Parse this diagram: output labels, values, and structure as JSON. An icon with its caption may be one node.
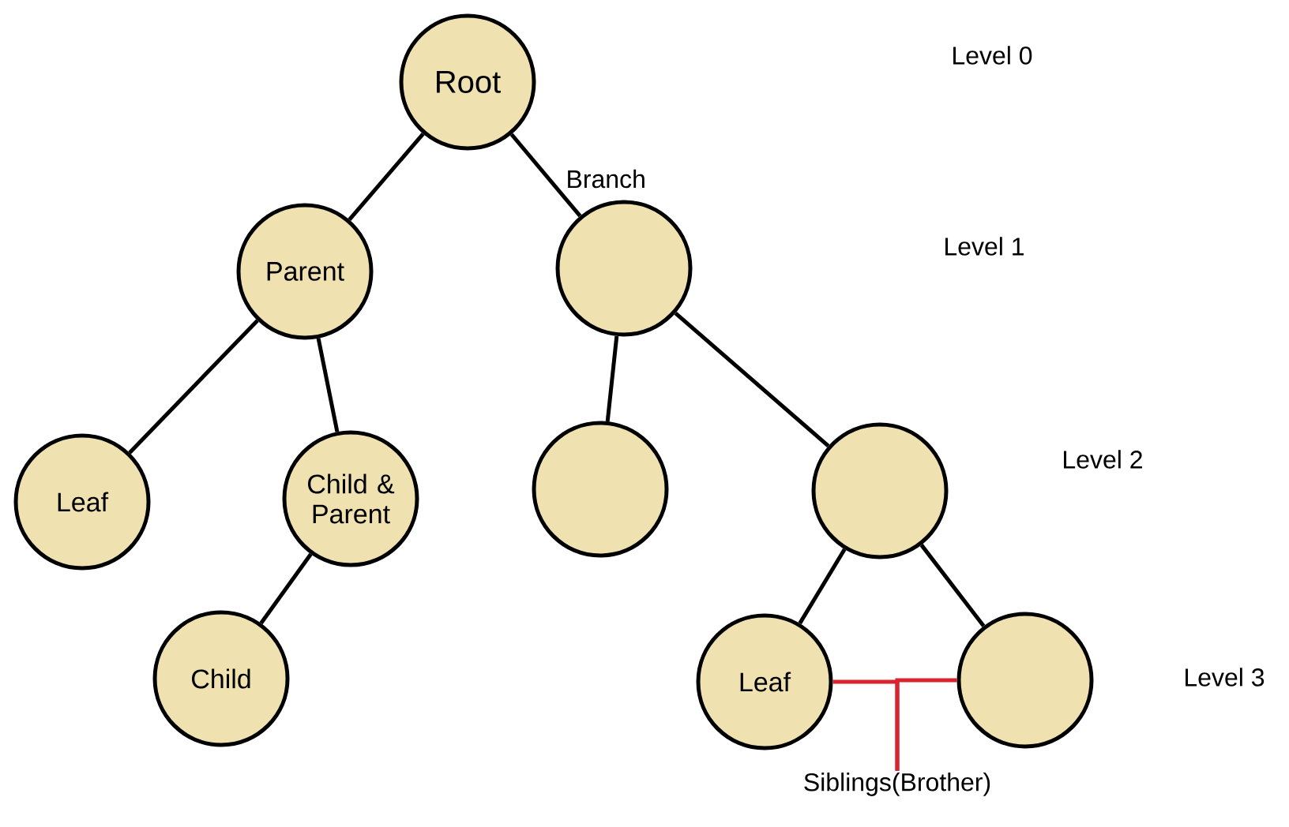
{
  "diagram": {
    "nodes": [
      {
        "text": [
          "Root"
        ]
      },
      {
        "text": [
          "Parent"
        ]
      },
      {
        "text": [],
        "shape": "circle"
      },
      {
        "text": [
          "Leaf"
        ]
      },
      {
        "text": [
          "Child & Parent"
        ]
      },
      {
        "text": [],
        "shape": "circle"
      },
      {
        "text": [],
        "shape": "circle"
      },
      {
        "text": [
          "Child"
        ]
      },
      {
        "text": [
          "Leaf"
        ]
      },
      {
        "text": [],
        "shape": "circle"
      },
      {
        "text": [
          "Siblings(Brother)"
        ]
      }
    ],
    "edges": [
      {
        "from": 0,
        "to": 1,
        "arrow": "none"
      },
      {
        "from": 0,
        "to": 2,
        "arrow": "none",
        "label": "Branch"
      },
      {
        "from": 1,
        "to": 3,
        "arrow": "none"
      },
      {
        "from": 1,
        "to": 4,
        "arrow": "none"
      },
      {
        "from": 4,
        "to": 7,
        "arrow": "none"
      },
      {
        "from": 2,
        "to": 5,
        "arrow": "none"
      },
      {
        "from": 2,
        "to": 6,
        "arrow": "none"
      },
      {
        "from": 6,
        "to": 8,
        "arrow": "none"
      },
      {
        "from": 6,
        "to": 9,
        "arrow": "none"
      },
      {
        "from": 10,
        "to": 8,
        "arrow": "none",
        "color": "#d9232e"
      },
      {
        "from": 10,
        "to": 9,
        "arrow": "none",
        "color": "#d9232e"
      }
    ],
    "labels": [
      "Level 0",
      "Level 1",
      "Level 2",
      "Level 3"
    ]
  }
}
